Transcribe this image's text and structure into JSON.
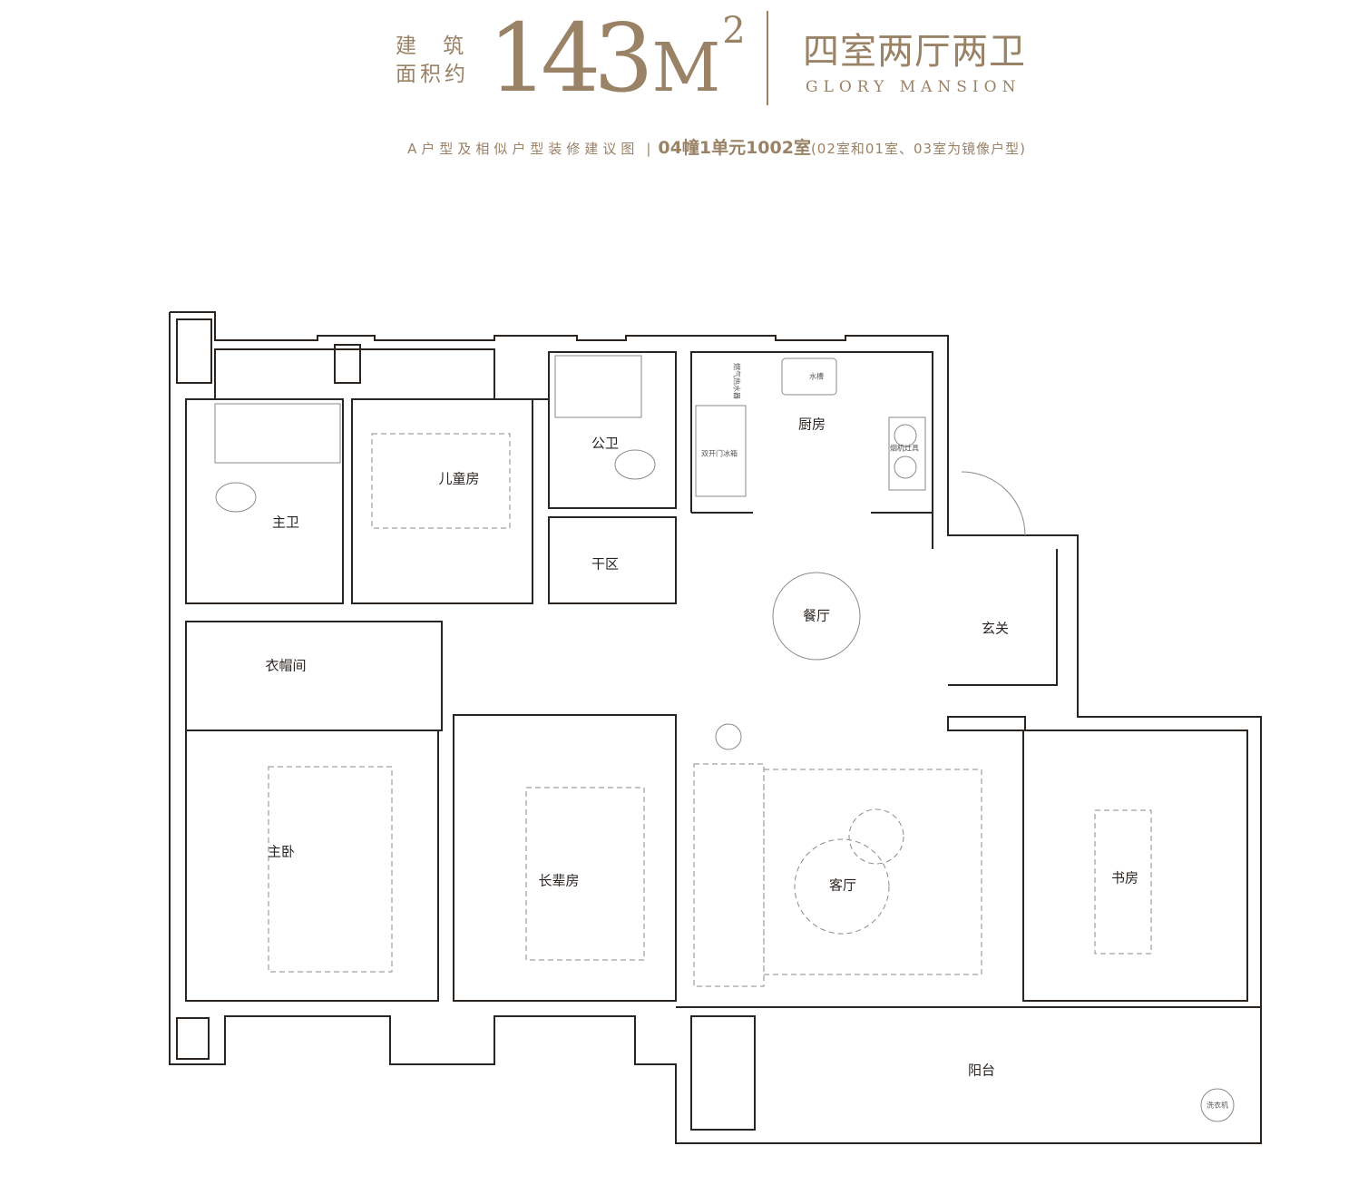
{
  "header": {
    "area_label_line1": "建 筑",
    "area_label_line2": "面积约",
    "area_value": "143",
    "area_unit": "M",
    "area_unit_sup": "2",
    "layout_title": "四室两厅两卫",
    "brand": "GLORY MANSION",
    "subtitle_desc": "A户型及相似户型装修建议图",
    "subtitle_sep": "|",
    "subtitle_unit": "04幢1单元1002室",
    "subtitle_note": "(02室和01室、03室为镜像户型)"
  },
  "colors": {
    "accent": "#9a8266",
    "wall": "#2b2522",
    "furniture": "#8a8a8a"
  },
  "rooms": {
    "master_bath": "主卫",
    "kids_room": "儿童房",
    "public_bath": "公卫",
    "dry_area": "干区",
    "kitchen": "厨房",
    "dining": "餐厅",
    "foyer": "玄关",
    "closet": "衣帽间",
    "master_bedroom": "主卧",
    "elder_room": "长辈房",
    "living_room": "客厅",
    "study": "书房",
    "balcony": "阳台"
  },
  "fixtures": {
    "sink": "水槽",
    "water_heater": "燃气热水器",
    "fridge": "双开门冰箱",
    "range_hood": "烟机灶具",
    "washer": "洗衣机"
  }
}
